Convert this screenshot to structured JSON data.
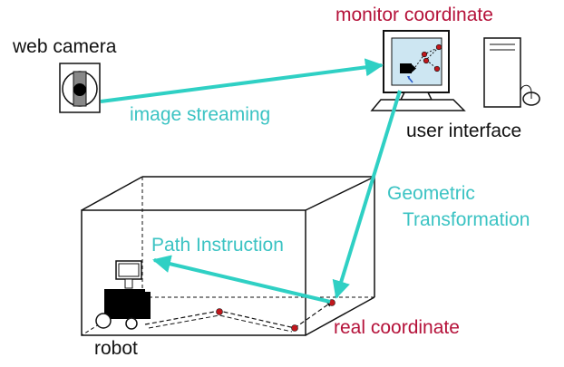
{
  "labels": {
    "web_camera": "web camera",
    "monitor_coordinate": "monitor  coordinate",
    "image_streaming": "image streaming",
    "user_interface": "user interface",
    "geometric_1": "Geometric",
    "geometric_2": "Transformation",
    "path_instruction": "Path Instruction",
    "real_coordinate": "real coordinate",
    "robot": "robot"
  },
  "colors": {
    "red_text": "#b5123a",
    "teal": "#2fd0c4",
    "teal_text": "#3bc3c3",
    "screen": "#cde6f2",
    "waypoint": "#c0171c"
  }
}
